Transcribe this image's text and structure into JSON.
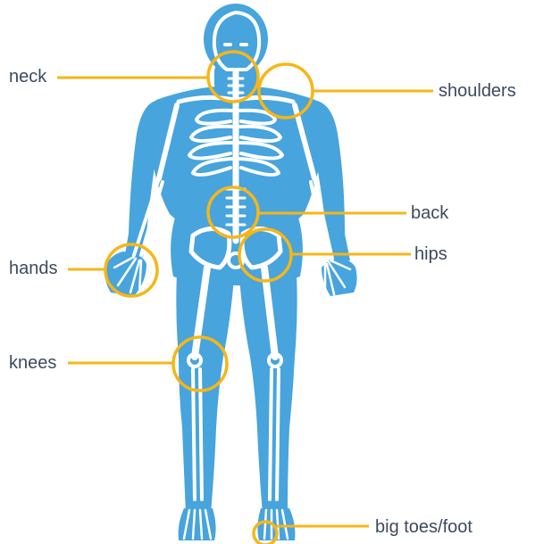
{
  "colors": {
    "body": "#47a4dd",
    "bone": "#ffffff",
    "accent": "#f6b618",
    "label_text": "#3c4a5e"
  },
  "labels": {
    "neck": "neck",
    "shoulders": "shoulders",
    "back": "back",
    "hips": "hips",
    "hands": "hands",
    "knees": "knees",
    "big_toes_foot": "big toes/foot"
  },
  "icons": {
    "figure": "skeleton-figure-icon",
    "marker": "joint-circle-icon"
  }
}
